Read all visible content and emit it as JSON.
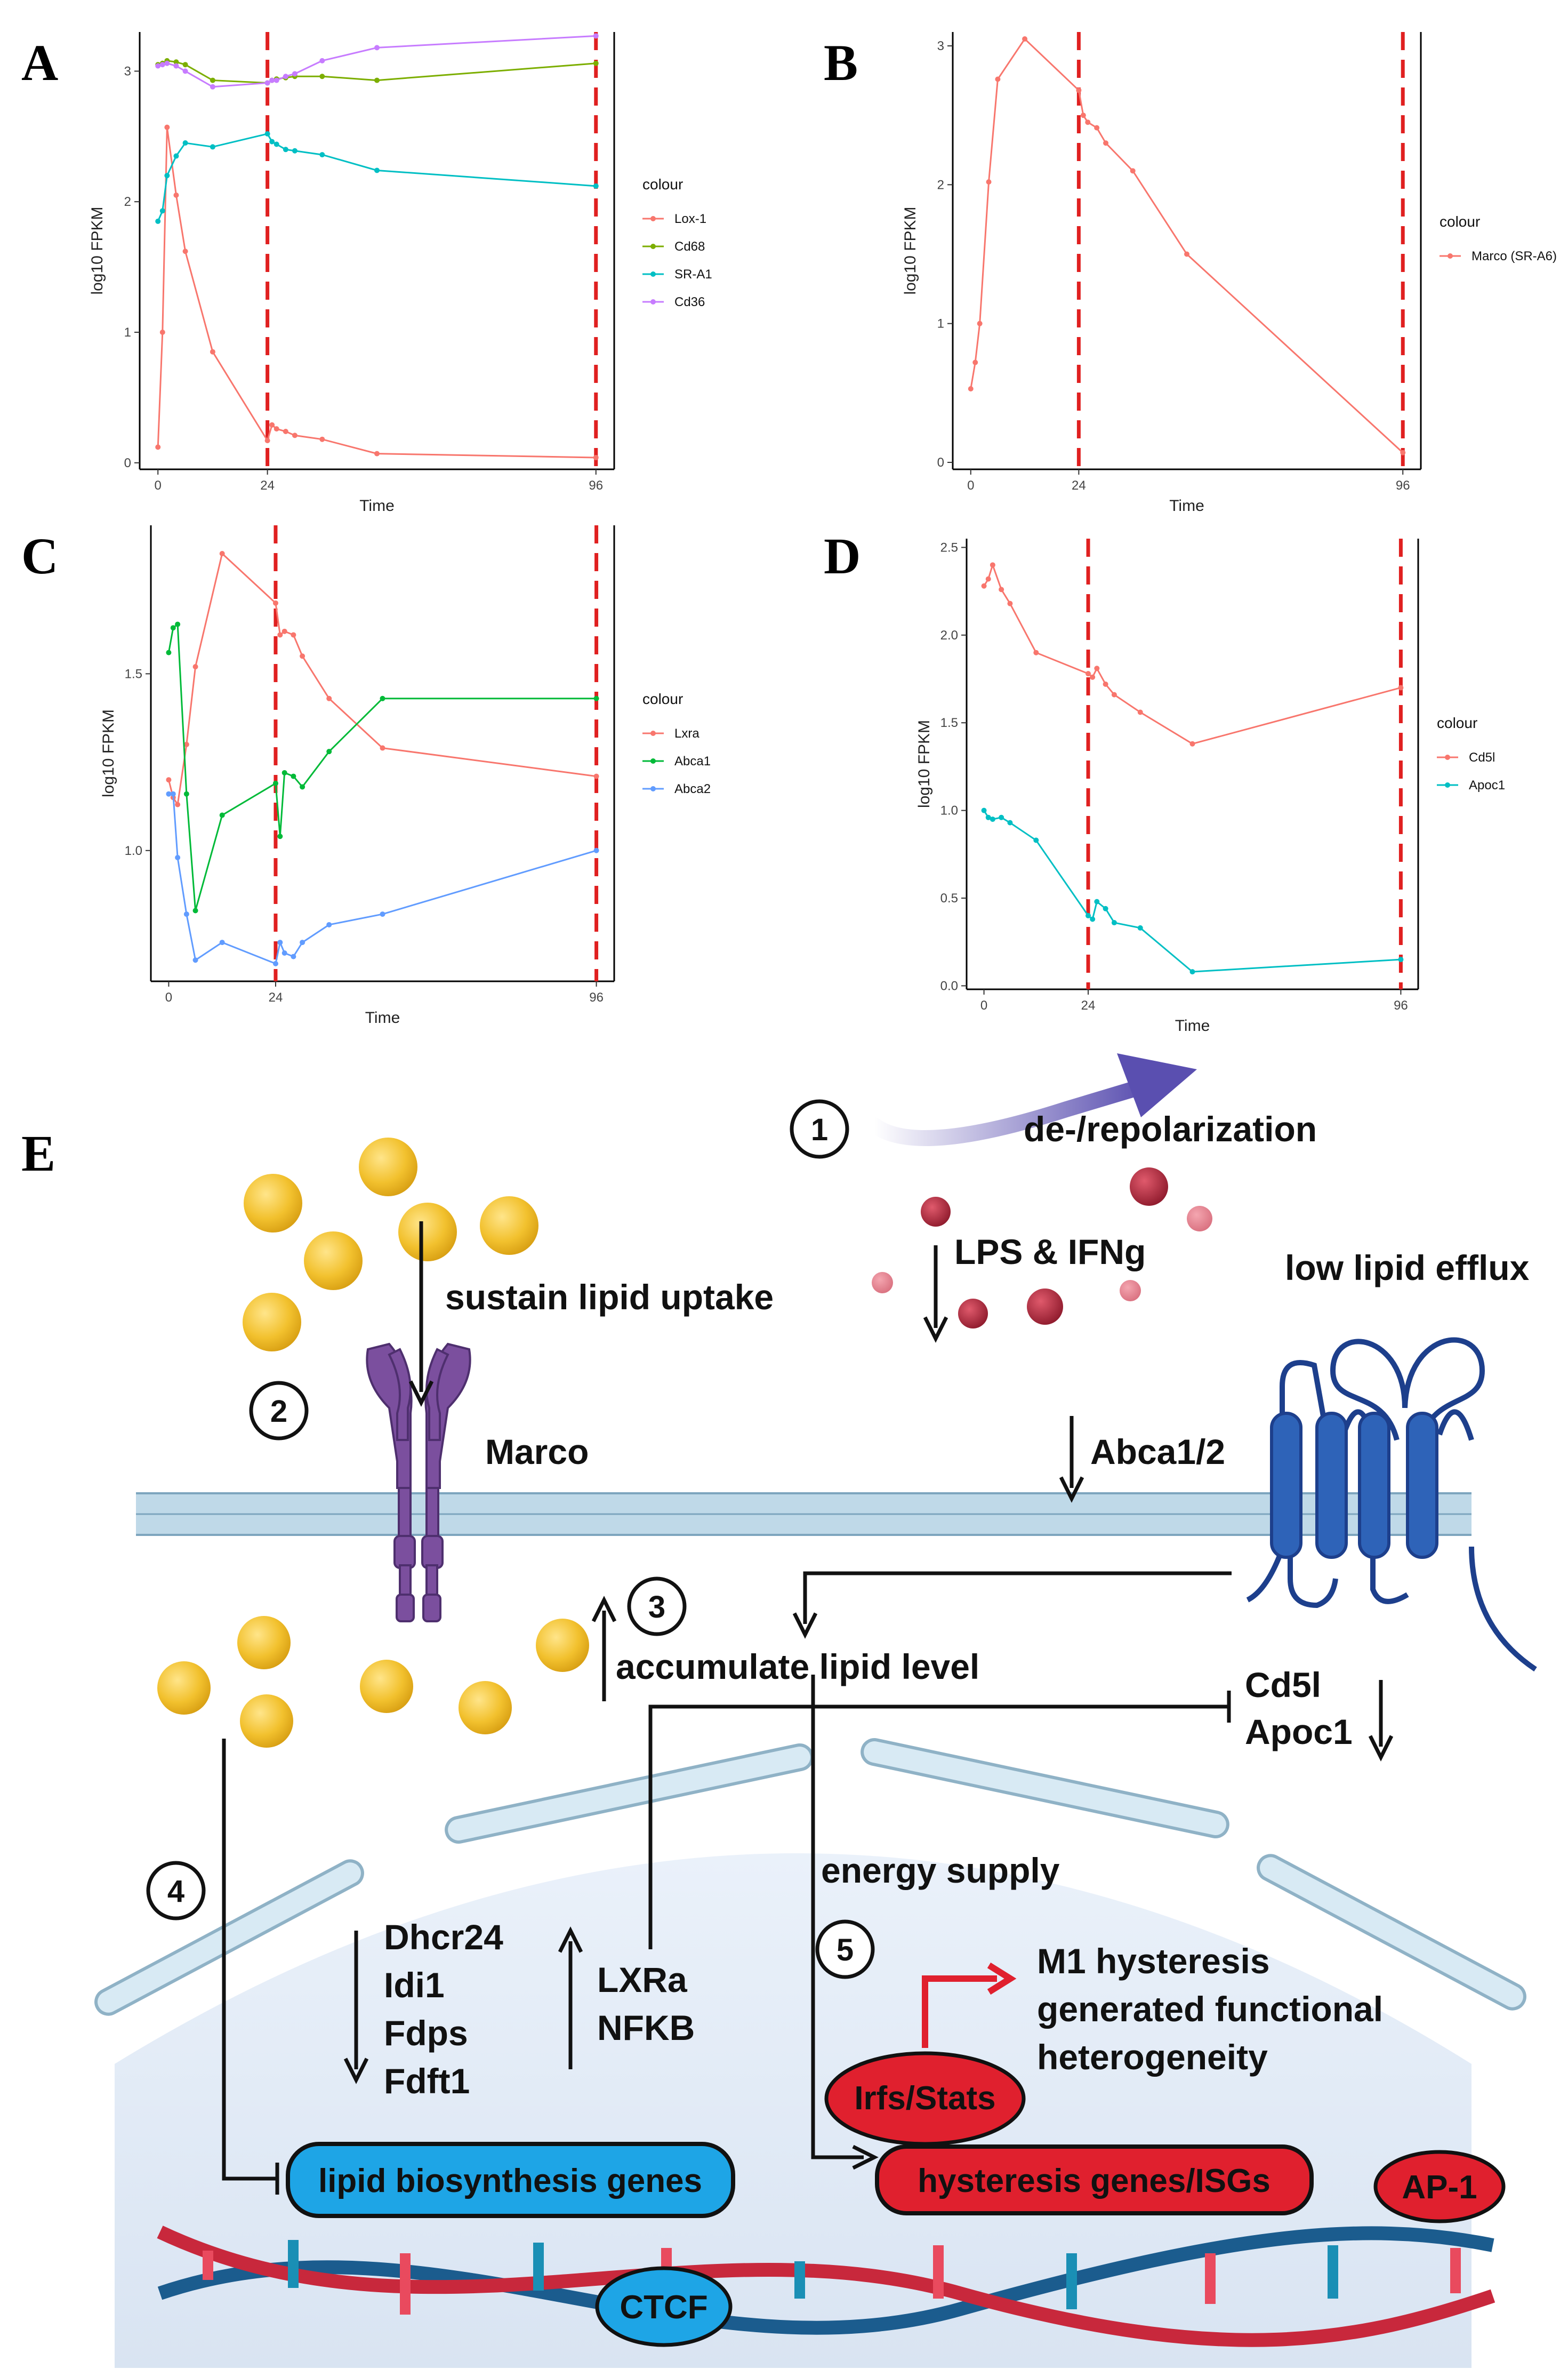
{
  "panels": {
    "A": "A",
    "B": "B",
    "C": "C",
    "D": "D",
    "E": "E"
  },
  "chart_data": [
    {
      "panel": "A",
      "type": "line",
      "xlabel": "Time",
      "ylabel": "log10 FPKM",
      "legend_title": "colour",
      "legend_position": "right",
      "grid": false,
      "xlim": [
        -4,
        100
      ],
      "ylim": [
        -0.05,
        3.3
      ],
      "x_ticks": [
        0,
        24,
        96
      ],
      "y_ticks": [
        0,
        1,
        2,
        3
      ],
      "vlines": [
        24,
        96
      ],
      "series": [
        {
          "name": "Lox-1",
          "color": "#F8766D",
          "x": [
            0,
            1,
            2,
            4,
            6,
            12,
            24,
            25,
            26,
            28,
            30,
            36,
            48,
            96
          ],
          "y": [
            0.12,
            1.0,
            2.57,
            2.05,
            1.62,
            0.85,
            0.17,
            0.29,
            0.26,
            0.24,
            0.21,
            0.18,
            0.07,
            0.04
          ]
        },
        {
          "name": "Cd68",
          "color": "#7CAE00",
          "x": [
            0,
            1,
            2,
            4,
            6,
            12,
            24,
            25,
            26,
            28,
            30,
            36,
            48,
            96
          ],
          "y": [
            3.05,
            3.06,
            3.08,
            3.07,
            3.05,
            2.93,
            2.91,
            2.93,
            2.94,
            2.95,
            2.96,
            2.96,
            2.93,
            3.06
          ]
        },
        {
          "name": "SR-A1",
          "color": "#00BFC4",
          "x": [
            0,
            1,
            2,
            4,
            6,
            12,
            24,
            25,
            26,
            28,
            30,
            36,
            48,
            96
          ],
          "y": [
            1.85,
            1.93,
            2.2,
            2.35,
            2.45,
            2.42,
            2.52,
            2.46,
            2.44,
            2.4,
            2.39,
            2.36,
            2.24,
            2.12
          ]
        },
        {
          "name": "Cd36",
          "color": "#C77CFF",
          "x": [
            0,
            1,
            2,
            4,
            6,
            12,
            24,
            25,
            26,
            28,
            30,
            36,
            48,
            96
          ],
          "y": [
            3.04,
            3.05,
            3.06,
            3.04,
            3.0,
            2.88,
            2.91,
            2.93,
            2.93,
            2.96,
            2.98,
            3.08,
            3.18,
            3.27
          ]
        }
      ]
    },
    {
      "panel": "B",
      "type": "line",
      "xlabel": "Time",
      "ylabel": "log10 FPKM",
      "legend_title": "colour",
      "legend_position": "right",
      "grid": false,
      "xlim": [
        -4,
        100
      ],
      "ylim": [
        -0.05,
        3.1
      ],
      "x_ticks": [
        0,
        24,
        96
      ],
      "y_ticks": [
        0,
        1,
        2,
        3
      ],
      "vlines": [
        24,
        96
      ],
      "series": [
        {
          "name": "Marco (SR-A6)",
          "color": "#F8766D",
          "x": [
            0,
            1,
            2,
            4,
            6,
            12,
            24,
            25,
            26,
            28,
            30,
            36,
            48,
            96
          ],
          "y": [
            0.53,
            0.72,
            1.0,
            2.02,
            2.76,
            3.05,
            2.68,
            2.5,
            2.45,
            2.41,
            2.3,
            2.1,
            1.5,
            0.07
          ]
        }
      ]
    },
    {
      "panel": "C",
      "type": "line",
      "xlabel": "Time",
      "ylabel": "log10 FPKM",
      "legend_title": "colour",
      "legend_position": "right",
      "grid": false,
      "xlim": [
        -4,
        100
      ],
      "ylim": [
        0.63,
        1.92
      ],
      "x_ticks": [
        0,
        24,
        96
      ],
      "y_ticks": [
        1.0,
        1.5
      ],
      "y_tick_labels": [
        "1.0",
        "1.5"
      ],
      "vlines": [
        24,
        96
      ],
      "series": [
        {
          "name": "Lxra",
          "color": "#F8766D",
          "x": [
            0,
            1,
            2,
            4,
            6,
            12,
            24,
            25,
            26,
            28,
            30,
            36,
            48,
            96
          ],
          "y": [
            1.2,
            1.15,
            1.13,
            1.3,
            1.52,
            1.84,
            1.7,
            1.61,
            1.62,
            1.61,
            1.55,
            1.43,
            1.29,
            1.21
          ]
        },
        {
          "name": "Abca1",
          "color": "#00BA38",
          "x": [
            0,
            1,
            2,
            4,
            6,
            12,
            24,
            25,
            26,
            28,
            30,
            36,
            48,
            96
          ],
          "y": [
            1.56,
            1.63,
            1.64,
            1.16,
            0.83,
            1.1,
            1.19,
            1.04,
            1.22,
            1.21,
            1.18,
            1.28,
            1.43,
            1.43
          ]
        },
        {
          "name": "Abca2",
          "color": "#619CFF",
          "x": [
            0,
            1,
            2,
            4,
            6,
            12,
            24,
            25,
            26,
            28,
            30,
            36,
            48,
            96
          ],
          "y": [
            1.16,
            1.16,
            0.98,
            0.82,
            0.69,
            0.74,
            0.68,
            0.74,
            0.71,
            0.7,
            0.74,
            0.79,
            0.82,
            1.0
          ]
        }
      ]
    },
    {
      "panel": "D",
      "type": "line",
      "xlabel": "Time",
      "ylabel": "log10 FPKM",
      "legend_title": "colour",
      "legend_position": "right",
      "grid": false,
      "xlim": [
        -4,
        100
      ],
      "ylim": [
        -0.02,
        2.55
      ],
      "x_ticks": [
        0,
        24,
        96
      ],
      "y_ticks": [
        0.0,
        0.5,
        1.0,
        1.5,
        2.0,
        2.5
      ],
      "y_tick_labels": [
        "0.0",
        "0.5",
        "1.0",
        "1.5",
        "2.0",
        "2.5"
      ],
      "vlines": [
        24,
        96
      ],
      "series": [
        {
          "name": "Cd5l",
          "color": "#F8766D",
          "x": [
            0,
            1,
            2,
            4,
            6,
            12,
            24,
            25,
            26,
            28,
            30,
            36,
            48,
            96
          ],
          "y": [
            2.28,
            2.32,
            2.4,
            2.26,
            2.18,
            1.9,
            1.78,
            1.76,
            1.81,
            1.72,
            1.66,
            1.56,
            1.38,
            1.7
          ]
        },
        {
          "name": "Apoc1",
          "color": "#00BFC4",
          "x": [
            0,
            1,
            2,
            4,
            6,
            12,
            24,
            25,
            26,
            28,
            30,
            36,
            48,
            96
          ],
          "y": [
            1.0,
            0.96,
            0.95,
            0.96,
            0.93,
            0.83,
            0.4,
            0.38,
            0.48,
            0.44,
            0.36,
            0.33,
            0.08,
            0.15
          ]
        }
      ]
    }
  ],
  "diagram": {
    "steps": [
      "1",
      "2",
      "3",
      "4",
      "5"
    ],
    "text": {
      "repolarization": "de-/repolarization",
      "lps": "LPS & IFNg",
      "efflux": "low lipid efflux",
      "uptake": "sustain lipid uptake",
      "marco": "Marco",
      "abca": "Abca1/2",
      "accumulate": "accumulate lipid level",
      "cd5l": "Cd5l",
      "apoc1": "Apoc1",
      "energy": "energy supply",
      "dhcr24": "Dhcr24",
      "idi1": "Idi1",
      "fdps": "Fdps",
      "fdft1": "Fdft1",
      "lxra": "LXRa",
      "nfkb": "NFKB",
      "m1_line1": "M1 hysteresis",
      "m1_line2": "generated functional",
      "m1_line3": "heterogeneity",
      "irfs": "Irfs/Stats",
      "lipid_bio": "lipid biosynthesis genes",
      "hysteresis": "hysteresis genes/ISGs",
      "ap1": "AP-1",
      "ctcf": "CTCF"
    },
    "colors": {
      "lipid_droplet": "#F2C12E",
      "lps_particle": "#B3263A",
      "marco_receptor": "#7B4F9E",
      "abca_transporter": "#2E63B8",
      "membrane": "#BFD9E8",
      "nucleus": "#E6EEF8",
      "blue_pill": "#1EA5E6",
      "red_pill": "#E0202E",
      "arrow_purple": "#5A4FB0",
      "vline_red": "#E02020"
    }
  }
}
